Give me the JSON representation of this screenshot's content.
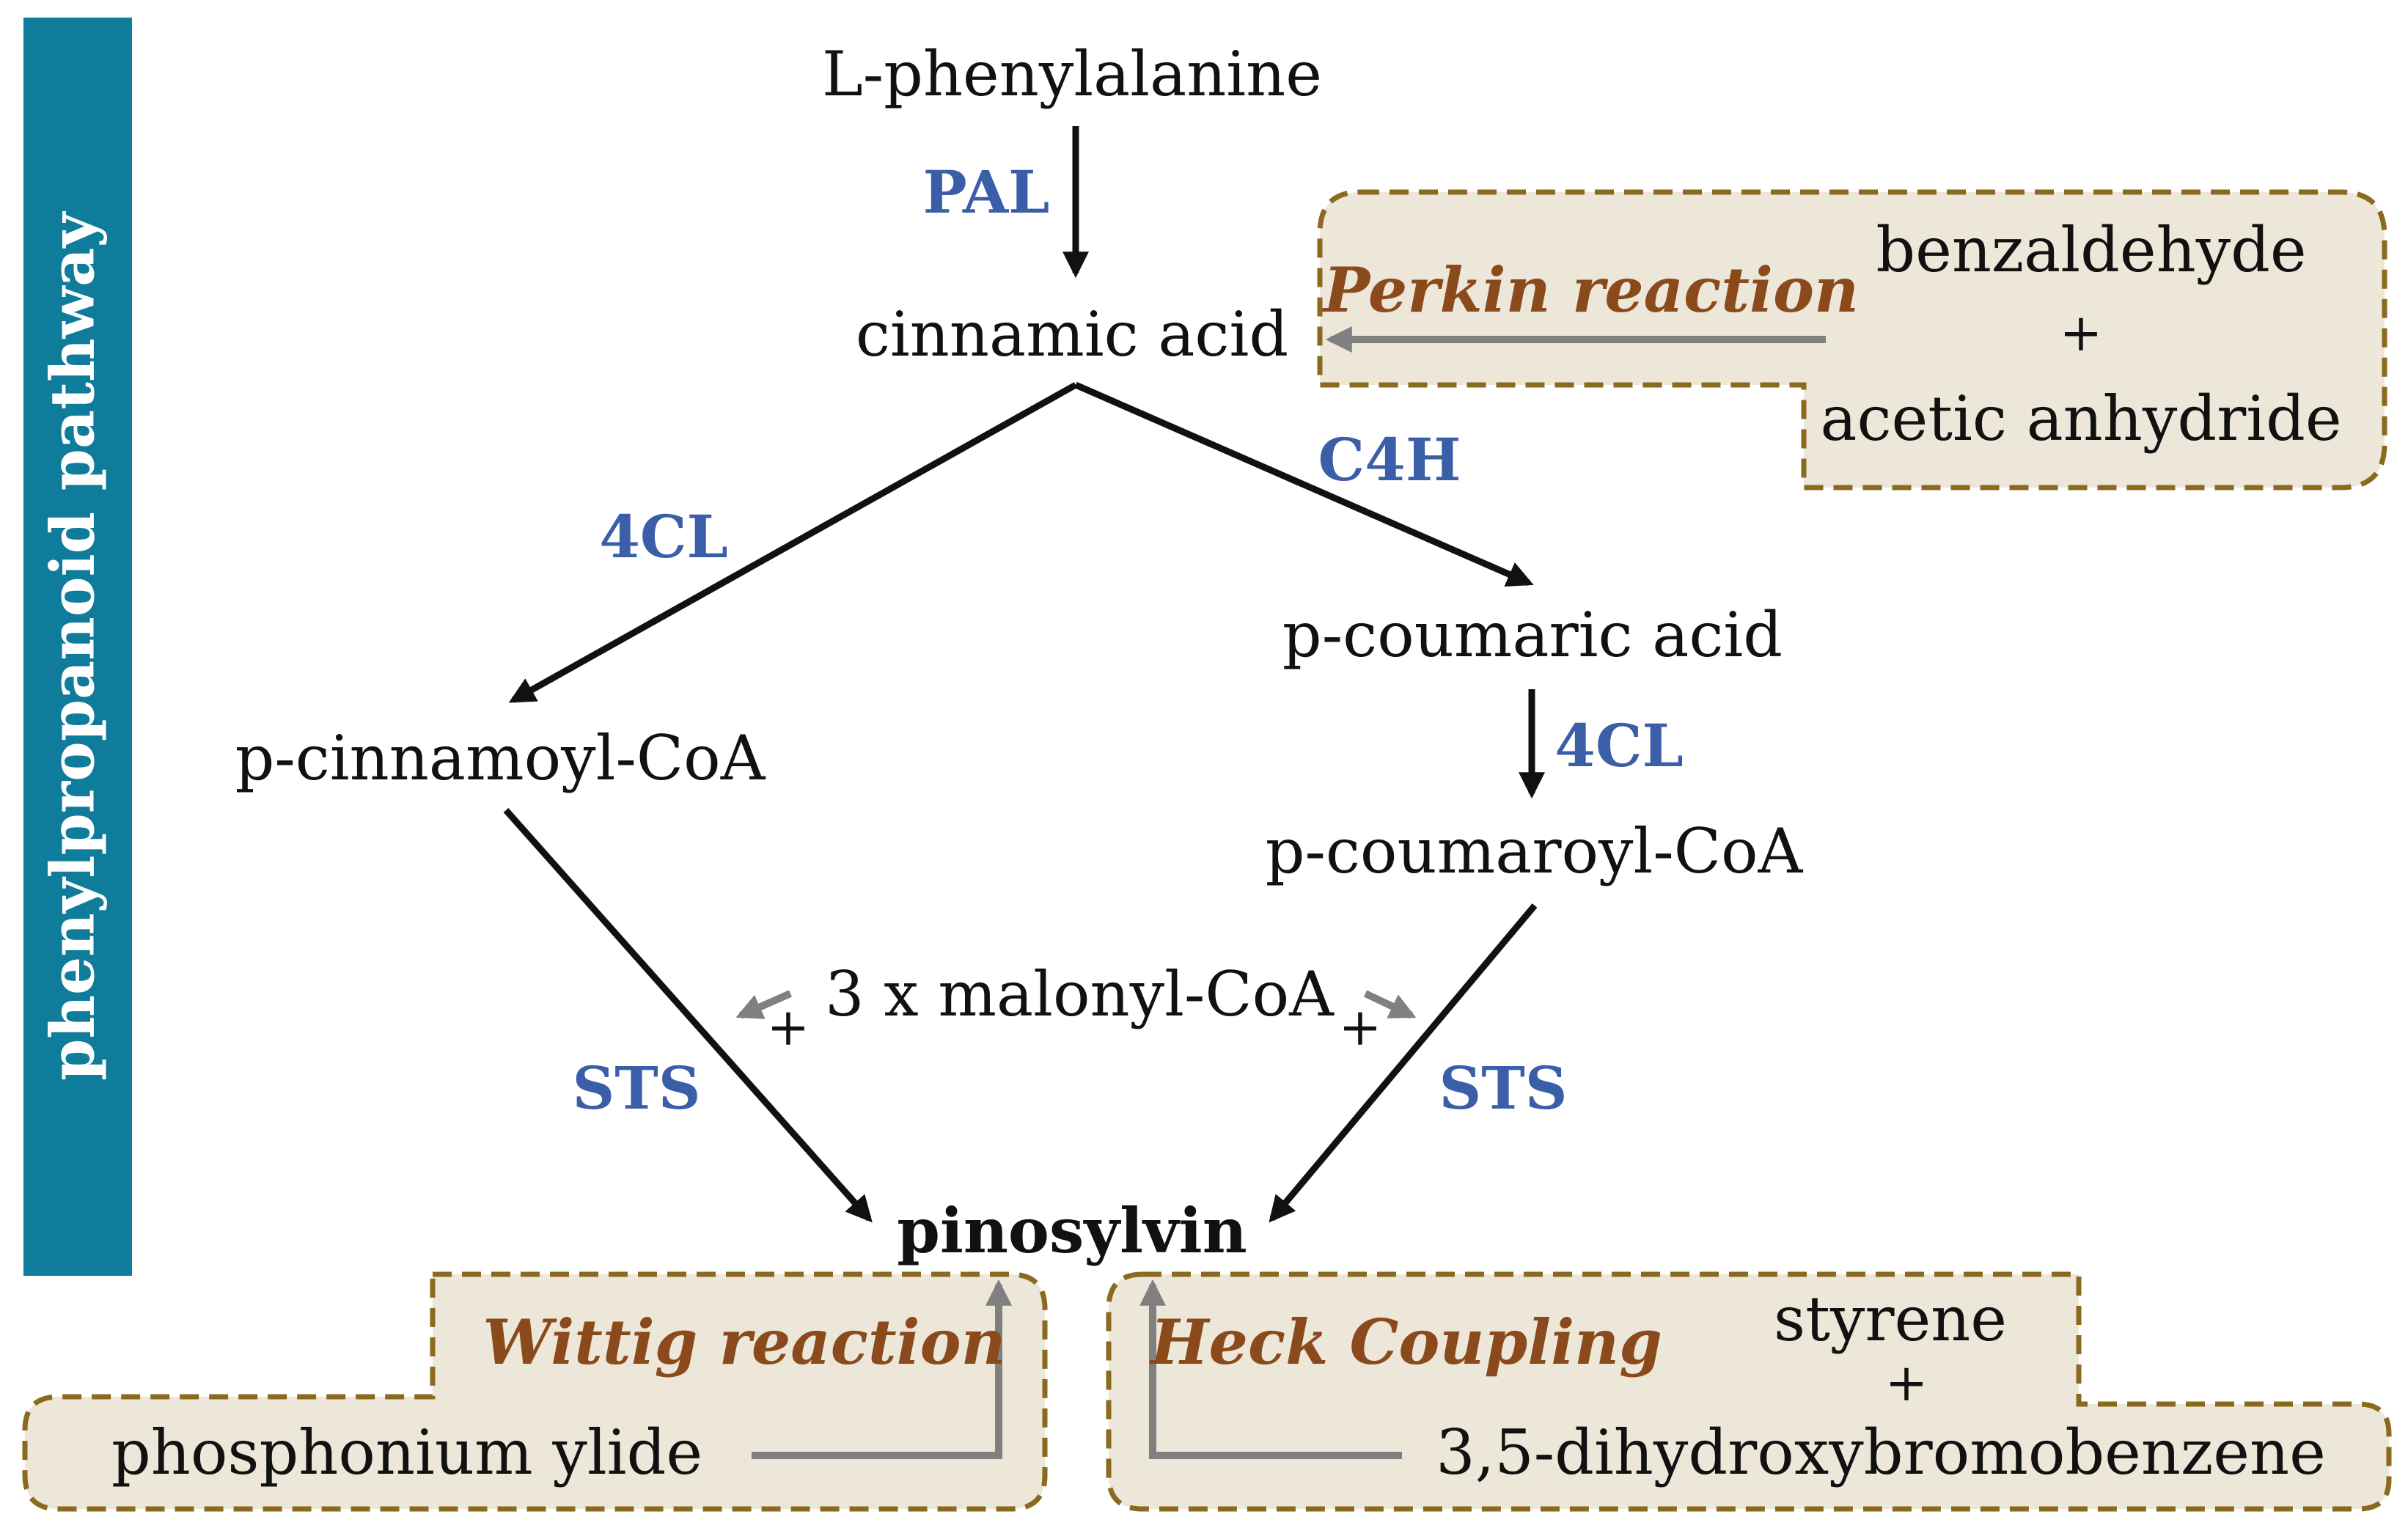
{
  "sidebar": {
    "title": "phenylpropanoid pathway"
  },
  "compounds": {
    "phenylalanine": "L-phenylalanine",
    "cinnamic_acid": "cinnamic acid",
    "p_coumaric_acid": "p-coumaric acid",
    "p_cinnamoyl_coa": "p-cinnamoyl-CoA",
    "p_coumaroyl_coa": "p-coumaroyl-CoA",
    "malonyl_coa": "3 x malonyl-CoA",
    "pinosylvin": "pinosylvin"
  },
  "enzymes": {
    "pal": "PAL",
    "c4h": "C4H",
    "four_cl_left": "4CL",
    "four_cl_right": "4CL",
    "sts_left": "STS",
    "sts_right": "STS"
  },
  "plus_signs": {
    "malonyl_left": "+",
    "malonyl_right": "+"
  },
  "chemical_routes": {
    "perkin": {
      "reaction": "Perkin reaction",
      "reagent_1": "benzaldehyde",
      "plus": "+",
      "reagent_2": "acetic anhydride"
    },
    "wittig": {
      "reaction": "Wittig reaction",
      "reagent": "phosphonium ylide"
    },
    "heck": {
      "reaction": "Heck Coupling",
      "reagent_1": "styrene",
      "plus": "+",
      "reagent_2": "3,5-dihydroxybromobenzene"
    }
  },
  "colors": {
    "sidebar": "#0e7c9a",
    "enzyme": "#3a5ea8",
    "reaction": "#8b4a1c",
    "box_fill": "#ece7d9",
    "box_border": "#8a6a1e",
    "bio_arrow": "#111111",
    "chem_arrow": "#808080"
  }
}
